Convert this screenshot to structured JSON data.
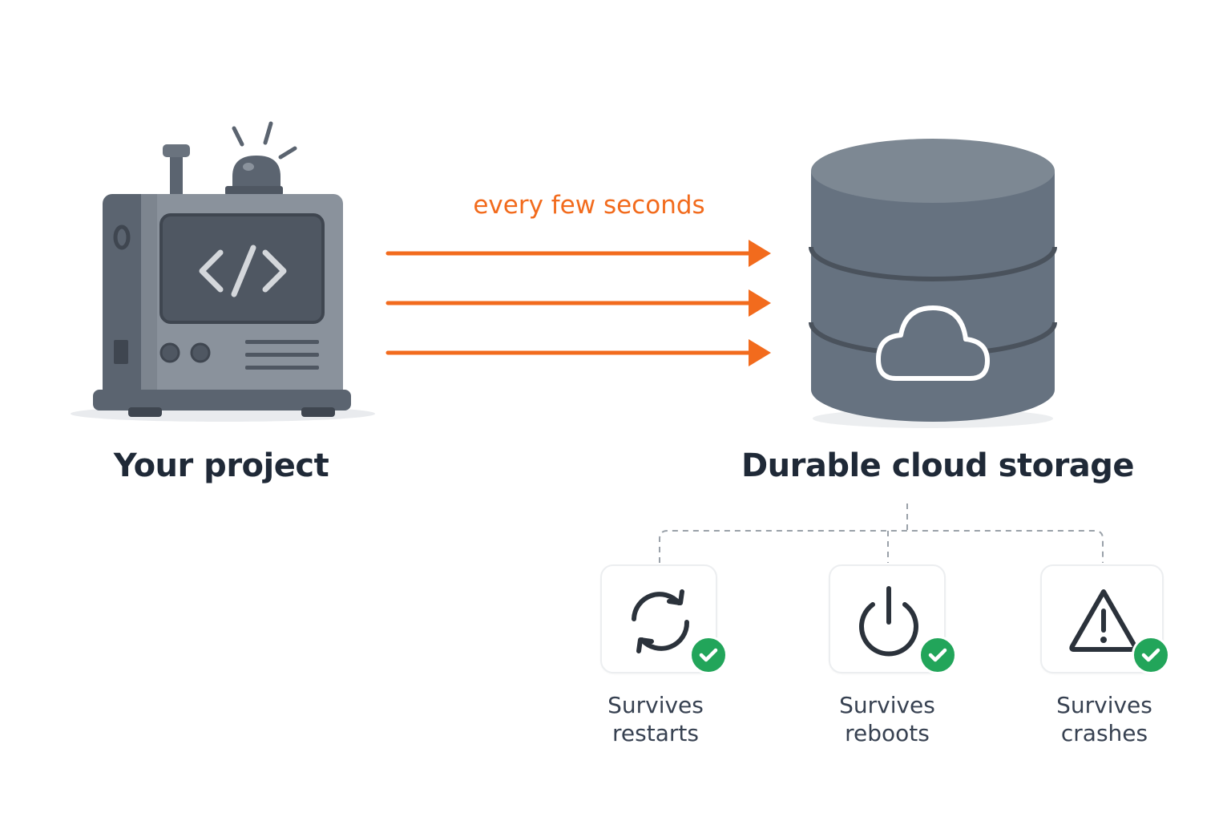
{
  "nodes": {
    "project": {
      "label": "Your project"
    },
    "storage": {
      "label": "Durable cloud storage"
    }
  },
  "edge": {
    "label": "every few seconds",
    "arrow_count": 3,
    "color": "#f26b1d"
  },
  "features": [
    {
      "line1": "Survives",
      "line2": "restarts",
      "icon": "refresh-icon"
    },
    {
      "line1": "Survives",
      "line2": "reboots",
      "icon": "power-icon"
    },
    {
      "line1": "Survives",
      "line2": "crashes",
      "icon": "warning-icon"
    }
  ],
  "colors": {
    "device_dark": "#5b6470",
    "device_light": "#8a929c",
    "screen": "#4f5762",
    "storage_body": "#667280",
    "storage_top": "#7d8893",
    "accent": "#f26b1d",
    "success": "#22a55a",
    "connector": "#9aa1a9"
  }
}
